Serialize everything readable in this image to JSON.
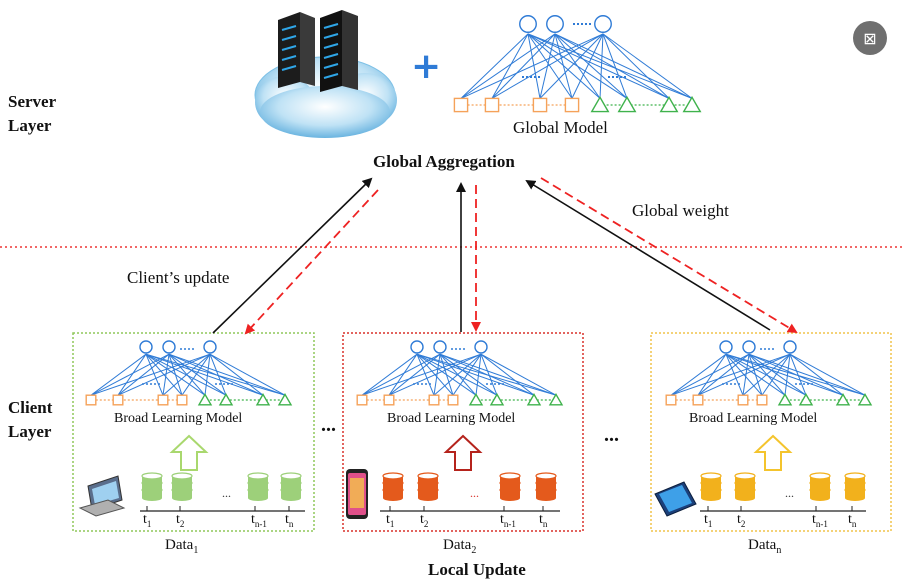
{
  "layers": {
    "server": "Server Layer",
    "client": "Client Layer"
  },
  "server": {
    "global_model_label": "Global Model",
    "aggregation_label": "Global Aggregation",
    "plus": "+"
  },
  "arrows": {
    "client_update_label": "Client’s update",
    "global_weight_label": "Global weight"
  },
  "clients": [
    {
      "model_label": "Broad Learning Model",
      "data_label": "Data",
      "data_sub": "1",
      "device": "laptop-tablet",
      "color": "#9dd07a",
      "box_color": "#8fc75a",
      "arrow_color": "#a9d86e"
    },
    {
      "model_label": "Broad Learning Model",
      "data_label": "Data",
      "data_sub": "2",
      "device": "smartphone",
      "color": "#e45a1c",
      "box_color": "#d9302a",
      "arrow_color": "#b5231c"
    },
    {
      "model_label": "Broad Learning Model",
      "data_label": "Data",
      "data_sub": "n",
      "device": "tablet",
      "color": "#f2b11c",
      "box_color": "#f0c44a",
      "arrow_color": "#f4c42d"
    }
  ],
  "ellipsis": "...",
  "timesteps": [
    {
      "t": "t",
      "sub": "1"
    },
    {
      "t": "t",
      "sub": "2"
    },
    {
      "t": "t",
      "sub": "n-1"
    },
    {
      "t": "t",
      "sub": "n"
    }
  ],
  "footer": "Local Update",
  "close_icon": "close-icon",
  "colors": {
    "network": "#2f7bd6",
    "input_node": "#f5a25a",
    "output_node": "#3fb24c",
    "update_arrow": "#111111",
    "weight_arrow": "#ee2222",
    "divider": "#ee3333"
  }
}
